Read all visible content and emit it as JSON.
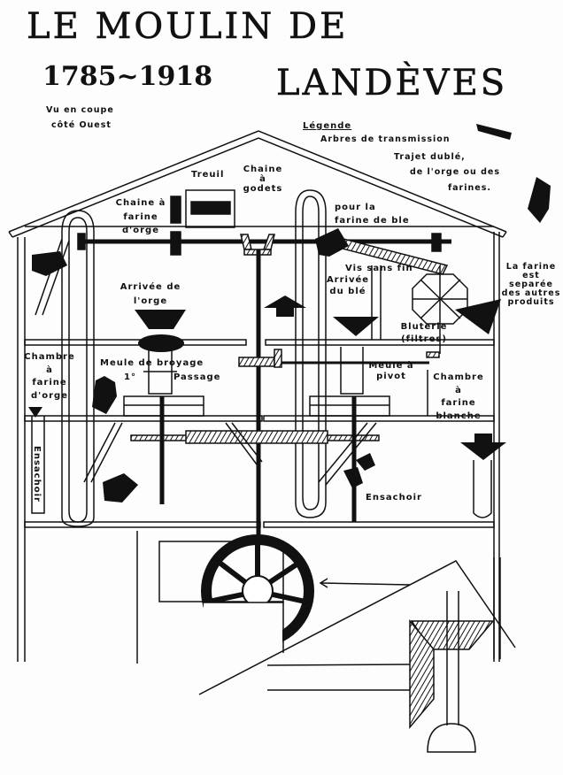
{
  "title": {
    "line1": "LE MOULIN DE",
    "years": "1785~1918",
    "line2": "LANDÈVES"
  },
  "subtitle": {
    "line1": "Vu en coupe",
    "line2": "côté Ouest"
  },
  "legend": {
    "title": "Légende",
    "items": [
      {
        "icon": "transmission-shaft-symbol",
        "line1": "Arbres de transmission",
        "line2": ""
      },
      {
        "icon": "flow-arrow-symbol",
        "line1": "Trajet dublé,",
        "line2": "de l'orge ou des",
        "line3": "farines."
      }
    ]
  },
  "labels": {
    "treuil": "Treuil",
    "chaine_godets": [
      "Chaine",
      "à",
      "godets"
    ],
    "chaine_farine_orge": [
      "Chaine à",
      "farine",
      "d'orge"
    ],
    "pour_farine_ble": [
      "pour la",
      "farine de ble"
    ],
    "vis_sans_fin": "Vis sans fin",
    "arrivee_ble": [
      "Arrivée",
      "du blé"
    ],
    "arrivee_orge": [
      "Arrivée de",
      "l'orge"
    ],
    "farine_separee": [
      "La farine",
      "est",
      "separée",
      "des autres",
      "produits"
    ],
    "bluterie": [
      "Bluterie",
      "(filtres)"
    ],
    "chambre_farine_orge": [
      "Chambre",
      "à",
      "farine",
      "d'orge"
    ],
    "meule_broyage": [
      "Meule de broyage",
      "1°",
      "Passage"
    ],
    "meule_pivot": [
      "Meule à",
      "pivot"
    ],
    "chambre_farine_blanche": [
      "Chambre",
      "à",
      "farine",
      "blanche"
    ],
    "ensachoir_left": "Ensachoir",
    "ensachoir_right": "Ensachoir"
  }
}
